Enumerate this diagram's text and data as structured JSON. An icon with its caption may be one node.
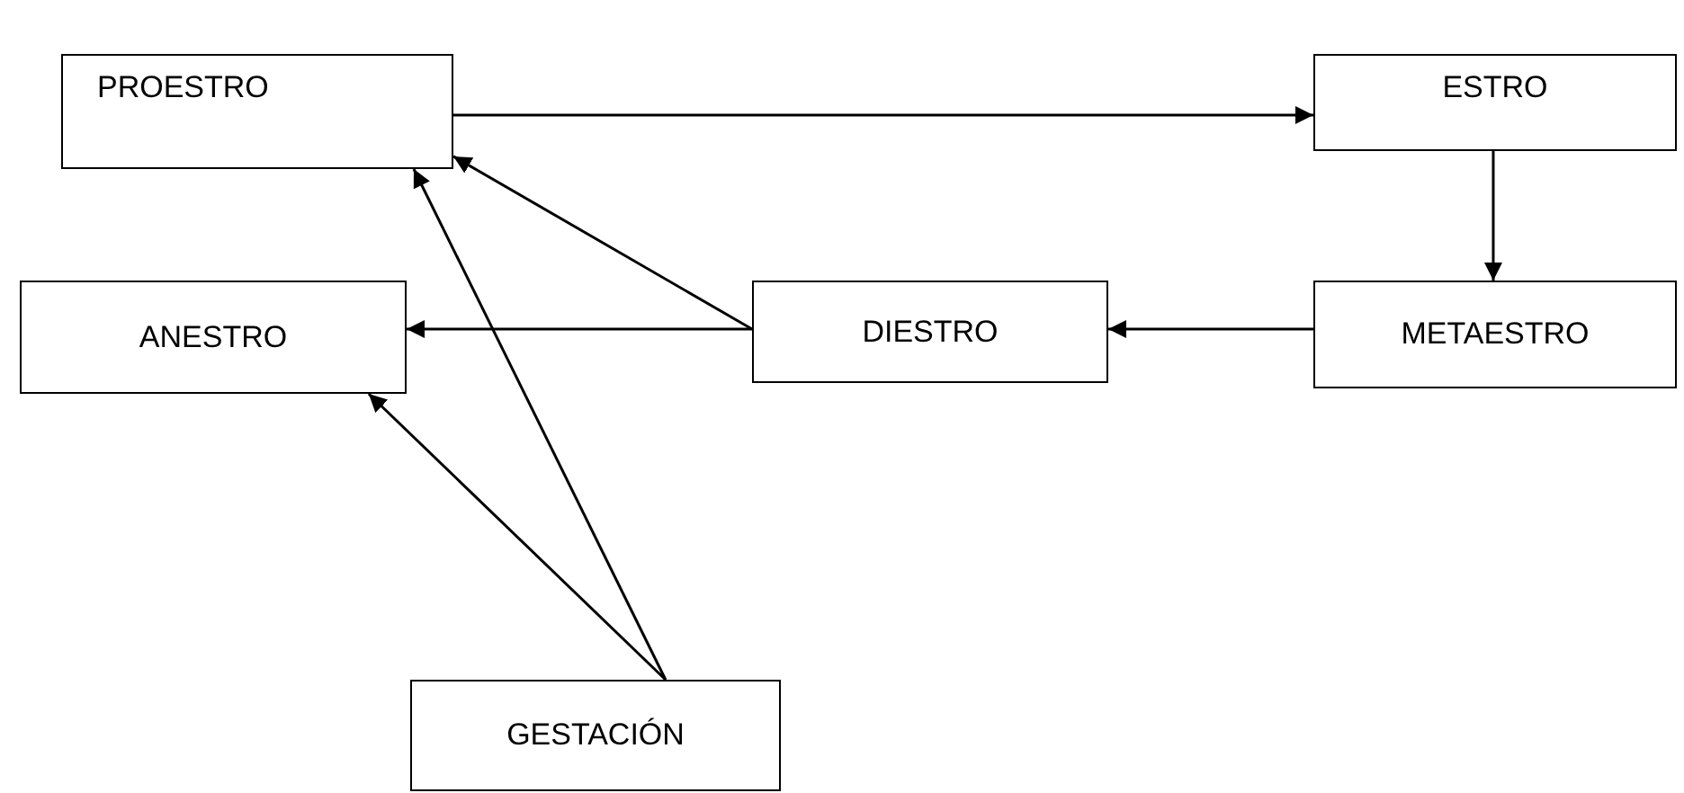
{
  "diagram": {
    "nodes": [
      {
        "text": [
          "PROESTRO"
        ]
      },
      {
        "text": [
          "ESTRO"
        ]
      },
      {
        "text": [
          "ANESTRO"
        ]
      },
      {
        "text": [
          "DIESTRO"
        ]
      },
      {
        "text": [
          "METAESTRO"
        ]
      },
      {
        "text": [
          "GESTACIÓN"
        ]
      }
    ],
    "edges": [
      {
        "from": 0,
        "to": 1,
        "arrow": "to"
      },
      {
        "from": 1,
        "to": 4,
        "arrow": "to"
      },
      {
        "from": 4,
        "to": 3,
        "arrow": "to"
      },
      {
        "from": 3,
        "to": 2,
        "arrow": "to"
      },
      {
        "from": 3,
        "to": 0,
        "arrow": "to"
      },
      {
        "from": 5,
        "to": 0,
        "arrow": "to"
      },
      {
        "from": 5,
        "to": 2,
        "arrow": "to"
      }
    ]
  }
}
